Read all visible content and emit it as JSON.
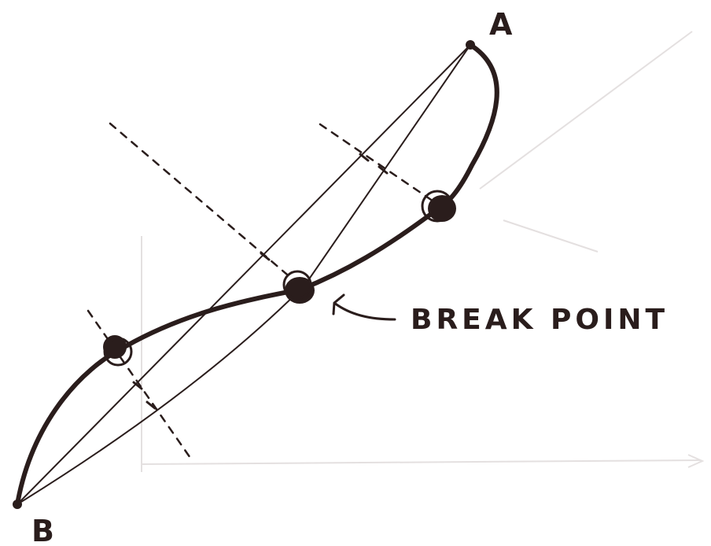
{
  "diagram": {
    "label_a": "A",
    "label_b": "B",
    "callout": "BREAK POINT"
  },
  "colors": {
    "ink": "#2a1d1c",
    "faint_ink": "#d9d4d4",
    "paper": "#ffffff"
  }
}
